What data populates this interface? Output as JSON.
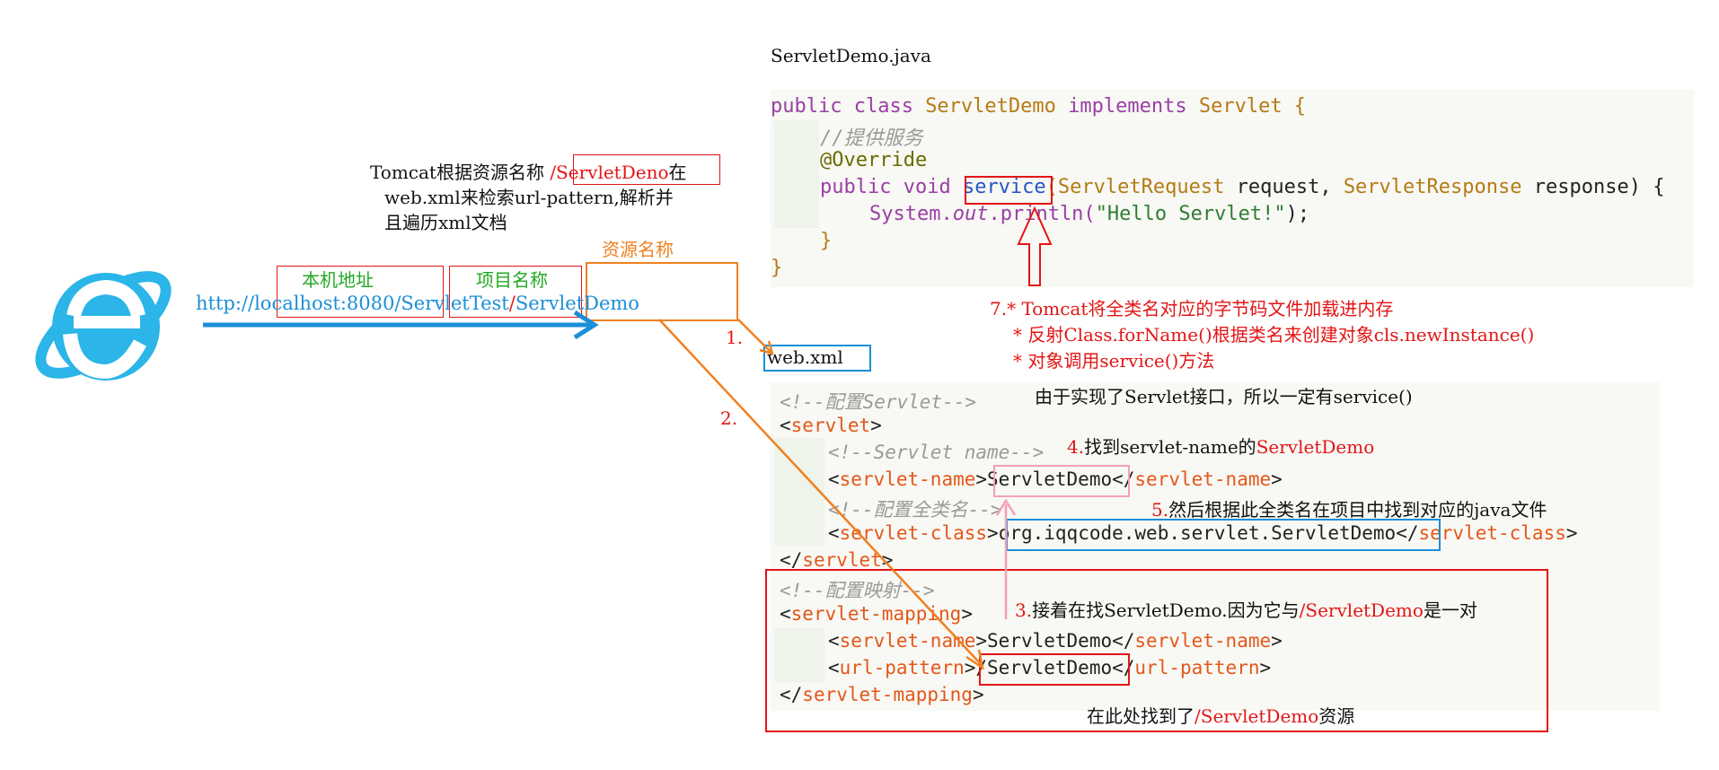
{
  "colors": {
    "red": "#e31515",
    "orange": "#f08022",
    "blue": "#1b8fd8",
    "pink": "#f5a0b5",
    "green": "#23a923",
    "ie_blue": "#2bb5e8"
  },
  "java": {
    "filename": "ServletDemo.java",
    "line1": {
      "kw1": "public class ",
      "cls": "ServletDemo",
      "kw2": " implements ",
      "iface": "Servlet",
      "brace": " {"
    },
    "line2": "//提供服务",
    "line3": "@Override",
    "line4": {
      "kw": "public void ",
      "method": "service",
      "paren": "(",
      "type1": "ServletRequest",
      "arg1": " request, ",
      "type2": "ServletResponse",
      "arg2": " response) {"
    },
    "line5": {
      "sys": "System.",
      "out": "out",
      "println": ".println(",
      "str": "\"Hello Servlet!\"",
      "end": ");"
    },
    "line6": "}",
    "line7": "}"
  },
  "browser": {
    "url_prefix": "http://",
    "host": "localhost:8080",
    "slash1": "/",
    "project": "ServletTest",
    "slash2": "/",
    "resource": "ServletDemo",
    "label_host": "本机地址",
    "label_project": "项目名称",
    "label_resource": "资源名称",
    "ie_icon": "internet-explorer-logo"
  },
  "tomcat_note": {
    "line1_prefix": "Tomcat根据资源名称 ",
    "line1_box": "/ServletDeno",
    "line1_suffix": "在",
    "line2": "web.xml来检索url-pattern,解析并",
    "line3": "且遍历xml文档"
  },
  "steps": {
    "s1": "1.",
    "s2": "2.",
    "s3_num": "3.",
    "s3_text": "接着在找ServletDemo.因为它与",
    "s3_red": "/ServletDemo",
    "s3_end": "是一对",
    "s4_num": "4.",
    "s4_text": "找到servlet-name的",
    "s4_red": "ServletDemo",
    "s5_num": "5.",
    "s5_text": "然后根据此全类名在项目中找到对应的java文件",
    "s7_line1": "7.* Tomcat将全类名对应的字节码文件加载进内存",
    "s7_line2": "* 反射Class.forName()根据类名来创建对象cls.newInstance()",
    "s7_line3": "* 对象调用service()方法",
    "interface_note": "由于实现了Servlet接口，所以一定有service()",
    "found_note_prefix": "在此处找到了",
    "found_note_red": "/ServletDemo",
    "found_note_suffix": "资源"
  },
  "xml": {
    "filename": "web.xml",
    "c1": "<!--配置Servlet-->",
    "servlet_open": "servlet",
    "c2": "<!--Servlet name-->",
    "sn_tag": "servlet-name",
    "sn_val": "ServletDemo",
    "c3": "<!--配置全类名-->",
    "sc_tag": "servlet-class",
    "sc_val": "org.iqqcode.web.servlet.ServletDemo",
    "servlet_close": "servlet",
    "c4": "<!--配置映射-->",
    "sm_tag": "servlet-mapping",
    "smn_tag": "servlet-name",
    "smn_val": "ServletDemo",
    "up_tag": "url-pattern",
    "up_val": "/ServletDemo",
    "sm_close": "servlet-mapping"
  }
}
